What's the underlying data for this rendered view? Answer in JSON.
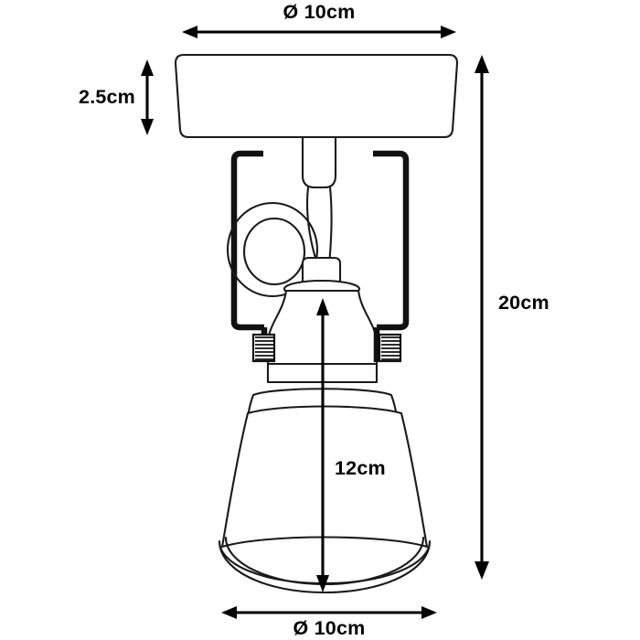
{
  "drawing": {
    "type": "technical-product-dimension-drawing",
    "subject": "ceiling-mounted adjustable spot light",
    "background_color": "#ffffff",
    "line_color": "#1a1a1a",
    "dimension_color": "#000000",
    "units": "cm"
  },
  "dimensions": {
    "top_diameter": {
      "label": "Ø 10cm",
      "value": 10,
      "unit": "cm",
      "measures": "ceiling plate diameter",
      "orientation": "horizontal",
      "position": "top"
    },
    "plate_height": {
      "label": "2.5cm",
      "value": 2.5,
      "unit": "cm",
      "measures": "ceiling plate height",
      "orientation": "vertical",
      "position": "left"
    },
    "total_height": {
      "label": "20cm",
      "value": 20,
      "unit": "cm",
      "measures": "overall fixture height",
      "orientation": "vertical",
      "position": "right"
    },
    "shade_height": {
      "label": "12cm",
      "value": 12,
      "unit": "cm",
      "measures": "shade and socket height",
      "orientation": "vertical",
      "position": "center"
    },
    "bottom_diameter": {
      "label": "Ø 10cm",
      "value": 10,
      "unit": "cm",
      "measures": "shade bottom diameter",
      "orientation": "horizontal",
      "position": "bottom"
    }
  },
  "parts": {
    "ceiling_plate": "ceiling-mount-plate",
    "stem": "mounting-stem",
    "cable": "power-cable-loop",
    "bracket": "u-shaped-mounting-bracket",
    "thumbscrew_left": "left-thumbscrew",
    "thumbscrew_right": "right-thumbscrew",
    "socket": "lamp-socket-body",
    "shade": "cone-lamp-shade",
    "rim": "shade-bottom-rim"
  }
}
